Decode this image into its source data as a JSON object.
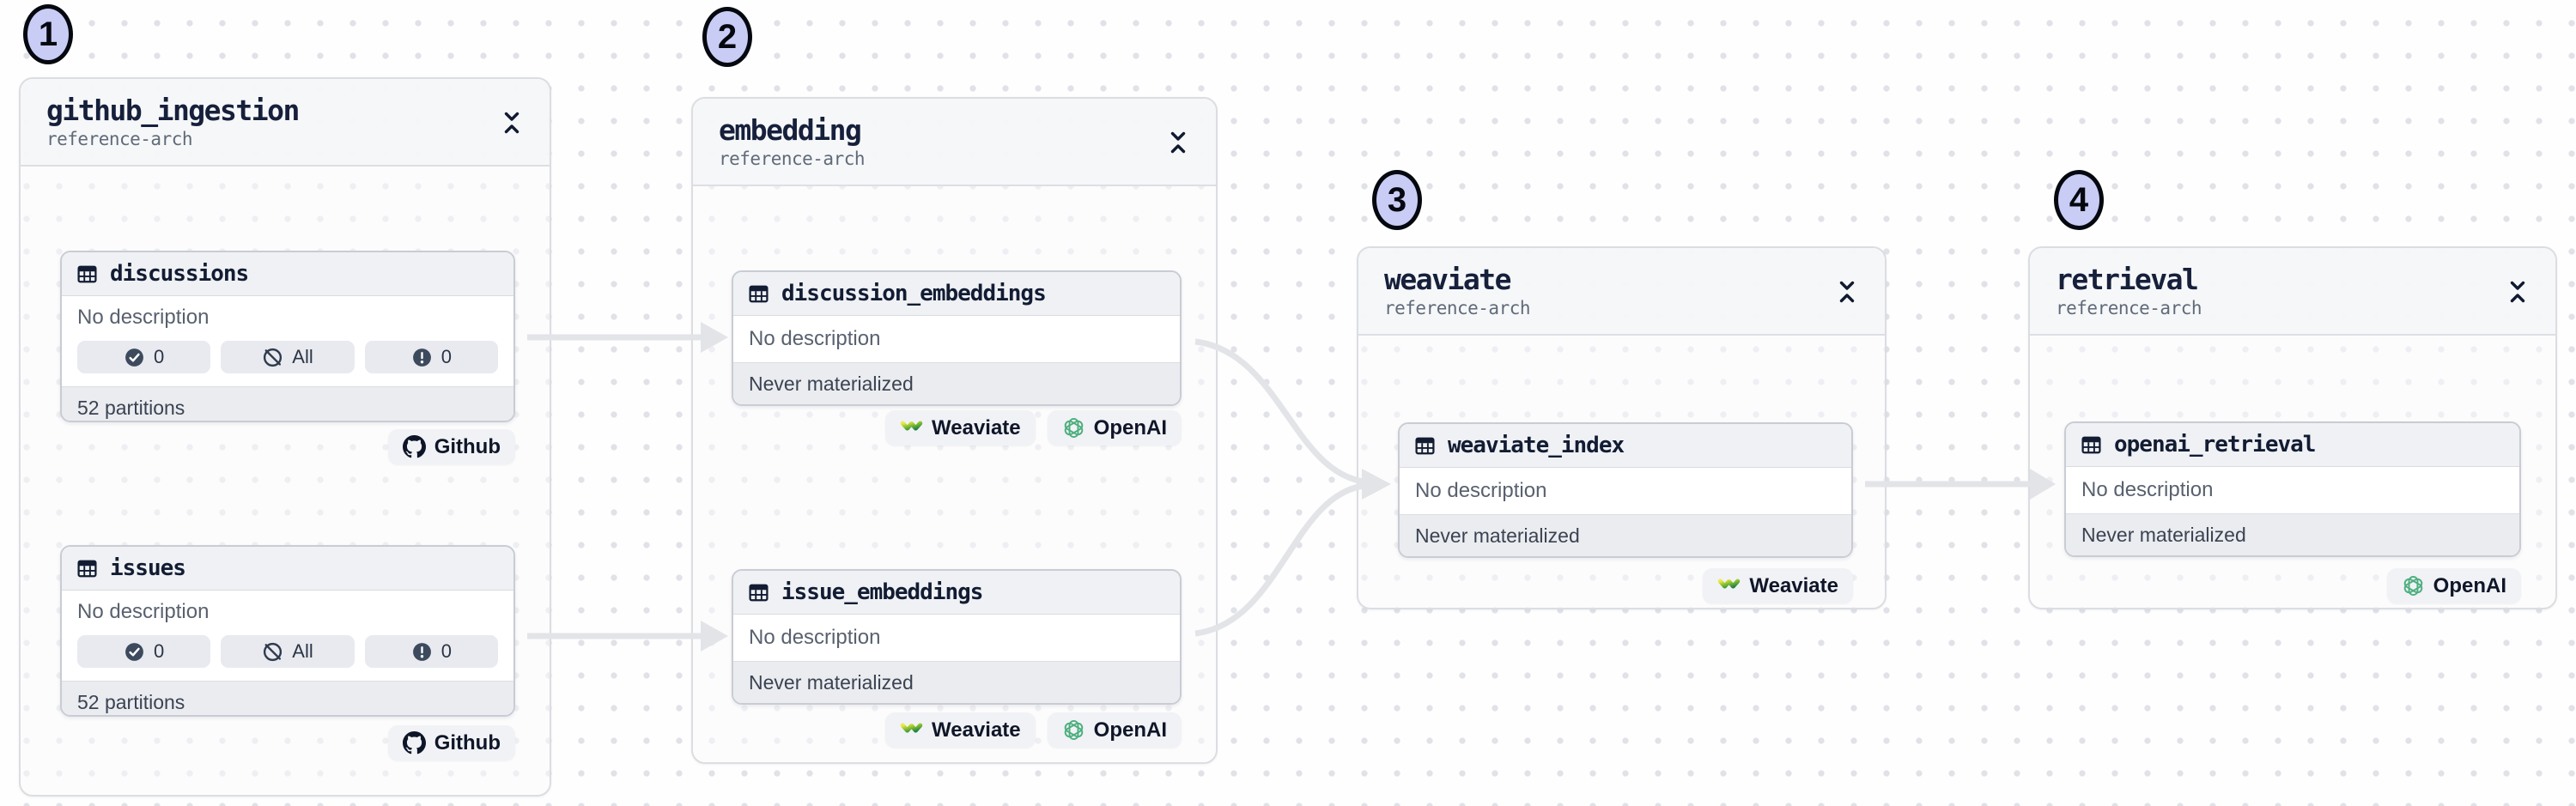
{
  "colors": {
    "badge_fill": "#C9CCF5",
    "edge": "#E2E4E8",
    "navy_text": "#121C33",
    "muted_text": "#59616F",
    "openai_green": "#4CAE7E",
    "weaviate_green_dark": "#1B7E44",
    "weaviate_yellow": "#EDE94B",
    "github_dark": "#0E1528"
  },
  "groups": [
    {
      "badge": "1",
      "title": "github_ingestion",
      "subtitle": "reference-arch",
      "assets": [
        {
          "icon": "table-icon",
          "name": "discussions",
          "description": "No description",
          "checks": [
            {
              "icon": "check-circle-icon",
              "label": "0"
            },
            {
              "icon": "slash-circle-icon",
              "label": "All"
            },
            {
              "icon": "alert-circle-icon",
              "label": "0"
            }
          ],
          "footer": "52 partitions",
          "tags": [
            {
              "icon": "github-icon",
              "label": "Github"
            }
          ]
        },
        {
          "icon": "table-icon",
          "name": "issues",
          "description": "No description",
          "checks": [
            {
              "icon": "check-circle-icon",
              "label": "0"
            },
            {
              "icon": "slash-circle-icon",
              "label": "All"
            },
            {
              "icon": "alert-circle-icon",
              "label": "0"
            }
          ],
          "footer": "52 partitions",
          "tags": [
            {
              "icon": "github-icon",
              "label": "Github"
            }
          ]
        }
      ]
    },
    {
      "badge": "2",
      "title": "embedding",
      "subtitle": "reference-arch",
      "assets": [
        {
          "icon": "table-icon",
          "name": "discussion_embeddings",
          "description": "No description",
          "footer": "Never materialized",
          "tags": [
            {
              "icon": "weaviate-icon",
              "label": "Weaviate"
            },
            {
              "icon": "openai-icon",
              "label": "OpenAI"
            }
          ]
        },
        {
          "icon": "table-icon",
          "name": "issue_embeddings",
          "description": "No description",
          "footer": "Never materialized",
          "tags": [
            {
              "icon": "weaviate-icon",
              "label": "Weaviate"
            },
            {
              "icon": "openai-icon",
              "label": "OpenAI"
            }
          ]
        }
      ]
    },
    {
      "badge": "3",
      "title": "weaviate",
      "subtitle": "reference-arch",
      "assets": [
        {
          "icon": "table-icon",
          "name": "weaviate_index",
          "description": "No description",
          "footer": "Never materialized",
          "tags": [
            {
              "icon": "weaviate-icon",
              "label": "Weaviate"
            }
          ]
        }
      ]
    },
    {
      "badge": "4",
      "title": "retrieval",
      "subtitle": "reference-arch",
      "assets": [
        {
          "icon": "table-icon",
          "name": "openai_retrieval",
          "description": "No description",
          "footer": "Never materialized",
          "tags": [
            {
              "icon": "openai-icon",
              "label": "OpenAI"
            }
          ]
        }
      ]
    }
  ],
  "edges": [
    {
      "from": "discussions",
      "to": "discussion_embeddings"
    },
    {
      "from": "issues",
      "to": "issue_embeddings"
    },
    {
      "from": "discussion_embeddings",
      "to": "weaviate_index"
    },
    {
      "from": "issue_embeddings",
      "to": "weaviate_index"
    },
    {
      "from": "weaviate_index",
      "to": "openai_retrieval"
    }
  ]
}
